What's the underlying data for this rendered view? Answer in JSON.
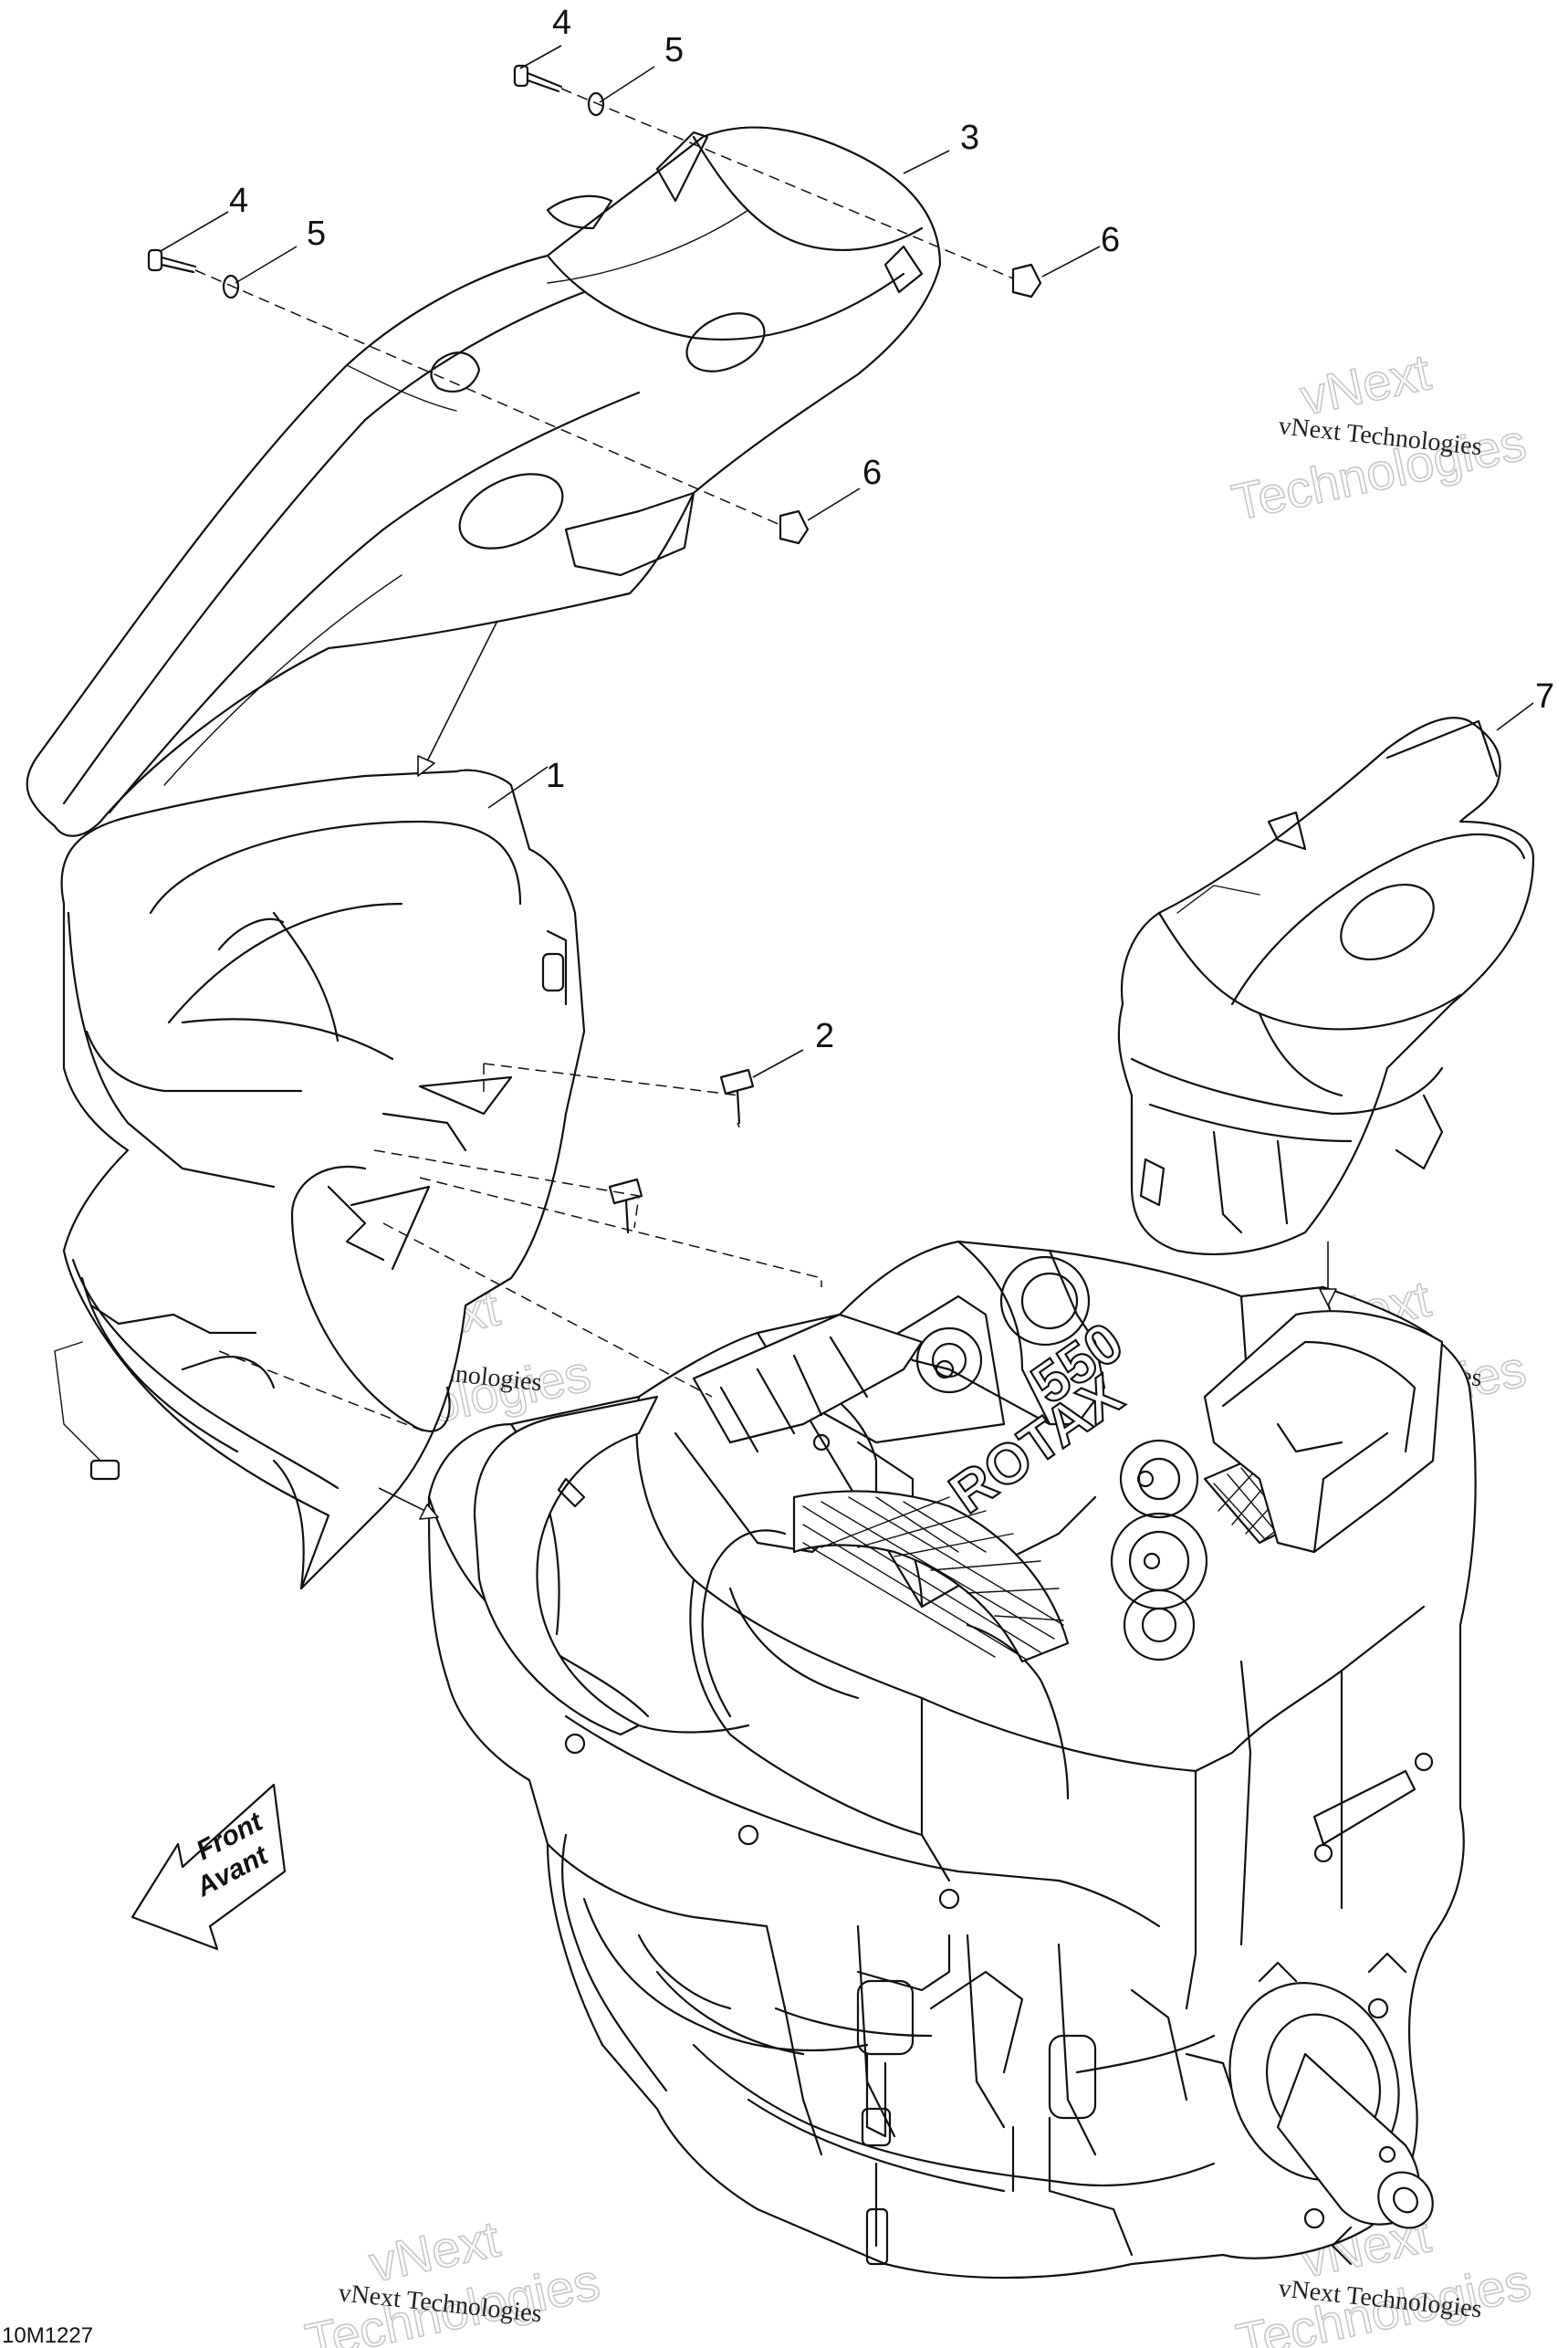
{
  "callouts": [
    {
      "label": "1"
    },
    {
      "label": "2"
    },
    {
      "label": "3"
    },
    {
      "label": "4"
    },
    {
      "label": "4"
    },
    {
      "label": "5"
    },
    {
      "label": "5"
    },
    {
      "label": "6"
    },
    {
      "label": "6"
    },
    {
      "label": "7"
    }
  ],
  "watermark": {
    "line1": "vNext Technologies",
    "line2a": "vNext",
    "line2b": "Technologies"
  },
  "direction_arrow": {
    "line1": "Front",
    "line2": "Avant"
  },
  "engine_logo": {
    "brand": "ROTAX",
    "model": "550"
  },
  "drawing_code": "10M1227"
}
